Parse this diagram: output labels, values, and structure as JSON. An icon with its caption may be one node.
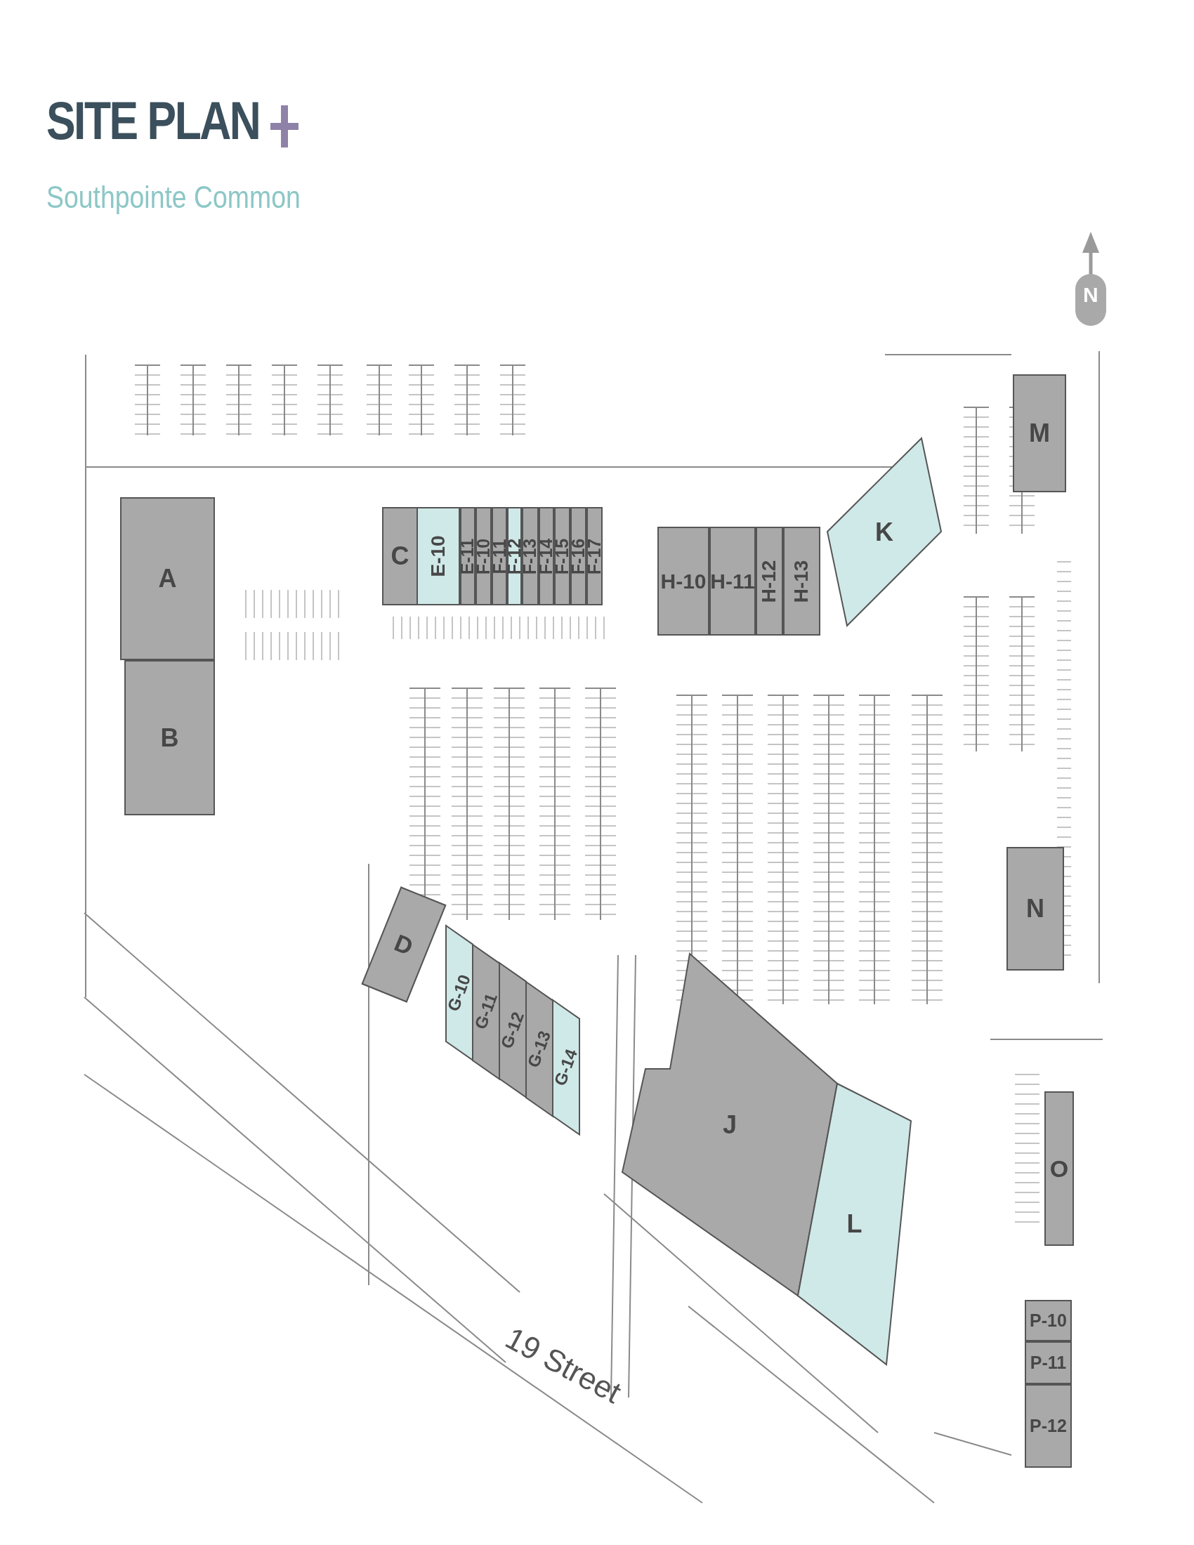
{
  "diagram": {
    "title": "SITE PLAN",
    "nodes": [
      {
        "text": [
          "A"
        ]
      },
      {
        "text": [
          "B"
        ]
      },
      {
        "text": [
          "C"
        ]
      },
      {
        "text": [
          "E-10"
        ]
      },
      {
        "text": [
          "E-11"
        ]
      },
      {
        "text": [
          "F-10"
        ]
      },
      {
        "text": [
          "F-11"
        ]
      },
      {
        "text": [
          "F-12"
        ]
      },
      {
        "text": [
          "F-13"
        ]
      },
      {
        "text": [
          "F-14"
        ]
      },
      {
        "text": [
          "F-15"
        ]
      },
      {
        "text": [
          "F-16"
        ]
      },
      {
        "text": [
          "F-17"
        ]
      },
      {
        "text": [
          "H-10"
        ]
      },
      {
        "text": [
          "H-11"
        ]
      },
      {
        "text": [
          "H-12"
        ]
      },
      {
        "text": [
          "H-13"
        ]
      },
      {
        "text": [
          "K"
        ]
      },
      {
        "text": [
          "M"
        ]
      },
      {
        "text": [
          "D"
        ]
      },
      {
        "text": [
          "G-10"
        ]
      },
      {
        "text": [
          "G-11"
        ]
      },
      {
        "text": [
          "G-12"
        ]
      },
      {
        "text": [
          "G-13"
        ]
      },
      {
        "text": [
          "G-14"
        ]
      },
      {
        "text": [
          "N"
        ]
      },
      {
        "text": [
          "J"
        ]
      },
      {
        "text": [
          "L"
        ]
      },
      {
        "text": [
          "O"
        ]
      },
      {
        "text": [
          "P-10"
        ]
      },
      {
        "text": [
          "P-11"
        ]
      },
      {
        "text": [
          "P-12"
        ]
      }
    ],
    "labels": [
      "Southpointe Common",
      "N",
      "19 Street"
    ]
  }
}
